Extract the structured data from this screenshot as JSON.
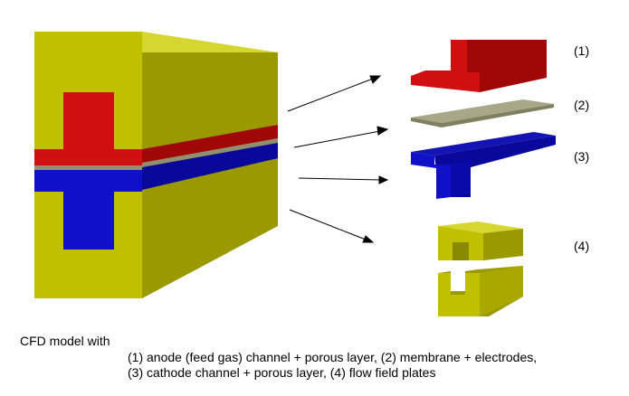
{
  "labels": {
    "part1": "(1)",
    "part2": "(2)",
    "part3": "(3)",
    "part4": "(4)"
  },
  "caption": {
    "title": "CFD model with",
    "line1": "(1) anode (feed gas) channel  + porous layer, (2) membrane + electrodes,",
    "line2": "(3) cathode channel  + porous layer, (4) flow field plates"
  },
  "colors": {
    "plate_front": "#C0C000",
    "plate_side": "#9A9A00",
    "plate_top": "#D6D630",
    "anode_front": "#D01010",
    "anode_side": "#A00808",
    "membrane": "#909070",
    "membrane_top": "#A8A888",
    "cathode_front": "#1010C8",
    "cathode_side": "#08089A",
    "arrow": "#000000"
  }
}
